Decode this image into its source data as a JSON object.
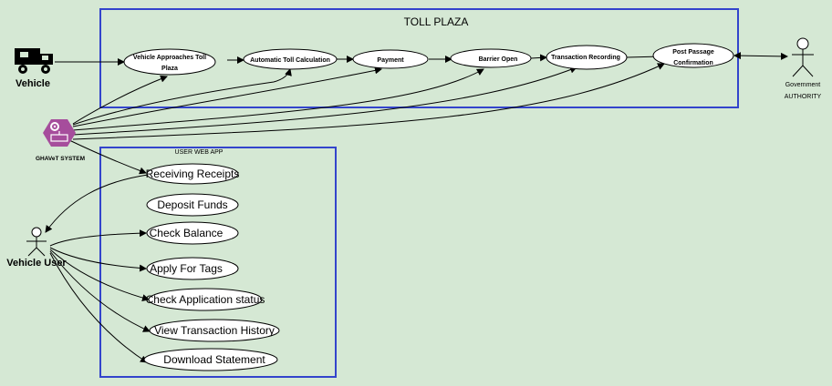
{
  "diagram": {
    "toll_plaza_title": "TOLL PLAZA",
    "web_app_title": "USER WEB APP",
    "actors": {
      "vehicle": "Vehicle",
      "gov_line1": "Government",
      "gov_line2": "AUTHORITY",
      "system": "GHAVeT SYSTEM",
      "user": "Vehicle User"
    },
    "toll_steps": [
      {
        "line1": "Vehicle Approaches Toll",
        "line2": "Plaza"
      },
      {
        "line1": "Automatic Toll Calculation",
        "line2": ""
      },
      {
        "line1": "Payment",
        "line2": ""
      },
      {
        "line1": "Barrier Open",
        "line2": ""
      },
      {
        "line1": "Transaction Recording",
        "line2": ""
      },
      {
        "line1": "Post Passage",
        "line2": "Confirmation"
      }
    ],
    "web_features": [
      "Receiving Receipts",
      "Deposit Funds",
      "Check Balance",
      "Apply For Tags",
      "Check Application status",
      "View Transaction History",
      "Download Statement"
    ],
    "colors": {
      "background": "#d5e8d4",
      "box_border": "#3344cc",
      "system_hex": "#a64d9c"
    },
    "icons": {
      "vehicle": "truck-icon",
      "system": "gear-hexagon-icon",
      "actors": "stick-figure-icon"
    }
  }
}
